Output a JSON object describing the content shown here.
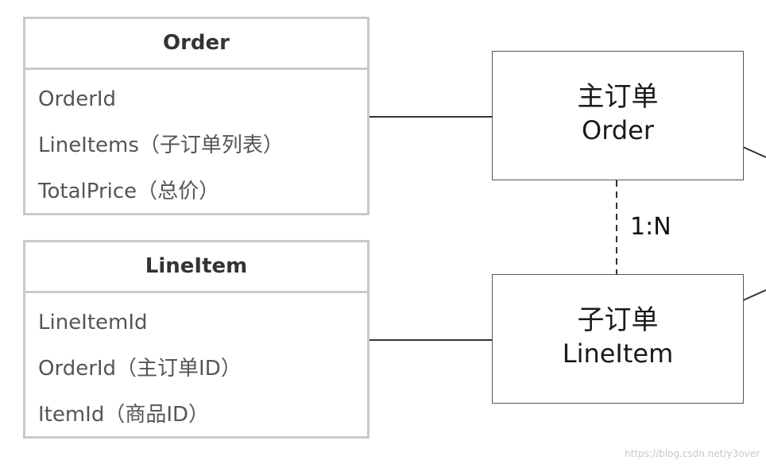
{
  "order_class": {
    "title": "Order",
    "fields": [
      "OrderId",
      "LineItems（子订单列表）",
      "TotalPrice（总价）"
    ]
  },
  "lineitem_class": {
    "title": "LineItem",
    "fields": [
      "LineItemId",
      "OrderId（主订单ID）",
      "ItemId（商品ID）"
    ]
  },
  "order_box": {
    "line1": "主订单",
    "line2": "Order"
  },
  "lineitem_box": {
    "line1": "子订单",
    "line2": "LineItem"
  },
  "relation_label": "1:N",
  "watermark": "https://blog.csdn.net/y3over"
}
